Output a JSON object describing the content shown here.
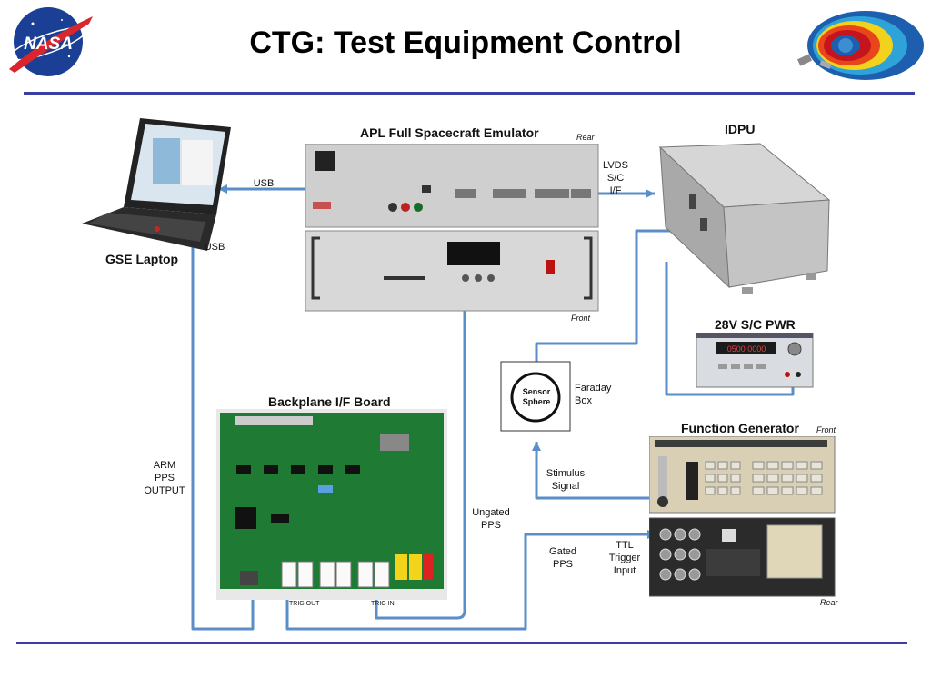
{
  "slide": {
    "title": "CTG: Test Equipment Control"
  },
  "logos": {
    "left": "NASA",
    "right": "radiation-belts-logo"
  },
  "components": {
    "emulator_title": "APL Full Spacecraft Emulator",
    "emulator_rear": "Rear",
    "emulator_front": "Front",
    "idpu": "IDPU",
    "laptop": "GSE Laptop",
    "psu": "28V S/C PWR",
    "backplane": "Backplane I/F Board",
    "funcgen": "Function Generator",
    "funcgen_front": "Front",
    "funcgen_rear": "Rear",
    "sensor_line1": "Sensor",
    "sensor_line2": "Sphere",
    "faraday_line1": "Faraday",
    "faraday_line2": "Box"
  },
  "connections": {
    "usb_top": "USB",
    "usb_side": "USB",
    "lvds_line1": "LVDS",
    "lvds_line2": "S/C",
    "lvds_line3": "I/F",
    "arm_line1": "ARM",
    "arm_line2": "PPS",
    "arm_line3": "OUTPUT",
    "ungated_line1": "Ungated",
    "ungated_line2": "PPS",
    "gated_line1": "Gated",
    "gated_line2": "PPS",
    "ttl_line1": "TTL",
    "ttl_line2": "Trigger",
    "ttl_line3": "Input",
    "stim_line1": "Stimulus",
    "stim_line2": "Signal",
    "trig_out": "TRIG OUT",
    "trig_in": "TRIG IN"
  },
  "colors": {
    "rule": "#3b3fa4",
    "wire": "#5b8ec9",
    "board": "#1f7a33",
    "chassis": "#c9c9c9"
  }
}
